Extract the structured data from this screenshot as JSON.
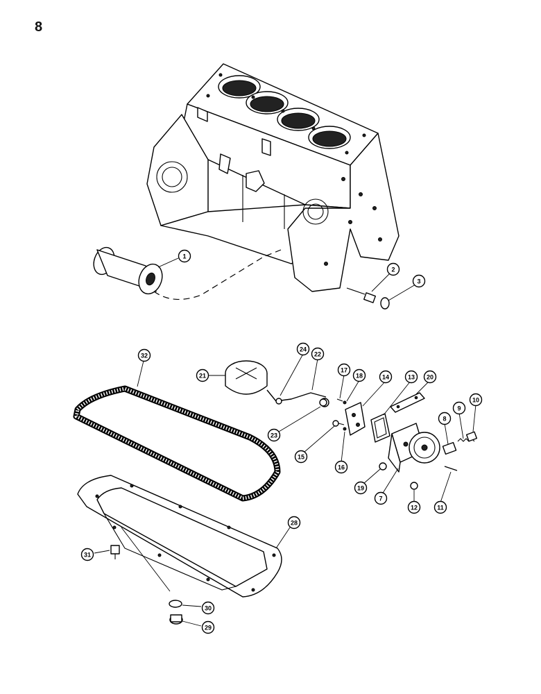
{
  "page_number": "8",
  "callouts": [
    {
      "id": "1"
    },
    {
      "id": "2"
    },
    {
      "id": "3"
    },
    {
      "id": "7"
    },
    {
      "id": "8"
    },
    {
      "id": "9"
    },
    {
      "id": "10"
    },
    {
      "id": "11"
    },
    {
      "id": "12"
    },
    {
      "id": "13"
    },
    {
      "id": "14"
    },
    {
      "id": "15"
    },
    {
      "id": "16"
    },
    {
      "id": "17"
    },
    {
      "id": "18"
    },
    {
      "id": "19"
    },
    {
      "id": "20"
    },
    {
      "id": "21"
    },
    {
      "id": "22"
    },
    {
      "id": "23"
    },
    {
      "id": "24"
    },
    {
      "id": "28"
    },
    {
      "id": "29"
    },
    {
      "id": "30"
    },
    {
      "id": "31"
    },
    {
      "id": "32"
    }
  ]
}
